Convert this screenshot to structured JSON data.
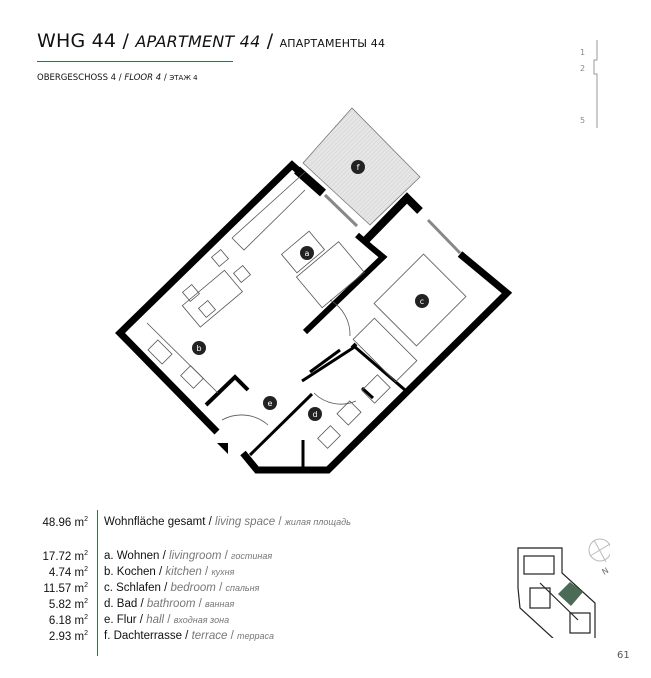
{
  "header": {
    "title_de": "WHG 44 /",
    "title_en": "APARTMENT 44",
    "title_sep": "/",
    "title_ru": "АПАРТАМЕНТЫ 44"
  },
  "subheader": {
    "de": "OBERGESCHOSS 4 /",
    "en": "FLOOR 4",
    "sep": "/",
    "ru": "ЭТАЖ 4"
  },
  "floor_index": [
    "1",
    "2",
    "5"
  ],
  "room_markers": [
    "a",
    "b",
    "c",
    "d",
    "e",
    "f"
  ],
  "total": {
    "area": "48.96 m",
    "sup": "2",
    "de": "Wohnfläche gesamt /",
    "en": "living space",
    "sep": "/",
    "ru": "жилая площадь"
  },
  "rooms": [
    {
      "area": "17.72 m",
      "sup": "2",
      "de": "a. Wohnen /",
      "en": "livingroom",
      "sep": "/",
      "ru": "гостиная"
    },
    {
      "area": "4.74 m",
      "sup": "2",
      "de": "b. Kochen /",
      "en": "kitchen",
      "sep": "/",
      "ru": "кухня"
    },
    {
      "area": "11.57 m",
      "sup": "2",
      "de": "c. Schlafen /",
      "en": "bedroom",
      "sep": "/",
      "ru": "спальня"
    },
    {
      "area": "5.82 m",
      "sup": "2",
      "de": "d. Bad /",
      "en": "bathroom",
      "sep": "/",
      "ru": "ванная"
    },
    {
      "area": "6.18 m",
      "sup": "2",
      "de": "e. Flur /",
      "en": "hall",
      "sep": "/",
      "ru": "входная зона"
    },
    {
      "area": "2.93 m",
      "sup": "2",
      "de": "f. Dachterrasse /",
      "en": "terrace",
      "sep": "/",
      "ru": "терраса"
    }
  ],
  "compass": {
    "label": "N"
  },
  "page_number": "61",
  "colors": {
    "accent": "#3d6b4c",
    "highlight": "#4a6b55"
  }
}
